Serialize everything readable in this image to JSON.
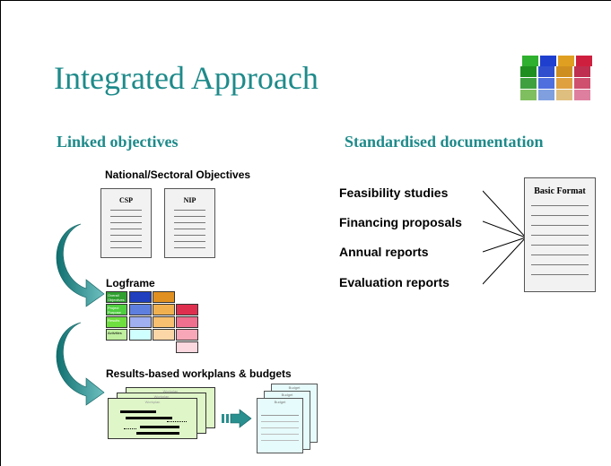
{
  "title": "Integrated Approach",
  "left_section": {
    "heading": "Linked objectives",
    "national_label": "National/Sectoral Objectives",
    "doc_csp": "CSP",
    "doc_nip": "NIP",
    "logframe_label": "Logframe",
    "logframe_rows": [
      "Overall Objectives",
      "Project Purpose",
      "Results",
      "Activities"
    ],
    "workplans_label": "Results-based workplans & budgets",
    "workplan_card_caption": "Workplan",
    "budget_sheet_caption": "Budget"
  },
  "right_section": {
    "heading": "Standardised documentation",
    "items": [
      "Feasibility studies",
      "Financing proposals",
      "Annual reports",
      "Evaluation reports"
    ],
    "format_doc_title": "Basic Format"
  },
  "colors": {
    "title_teal": "#1e8a8a",
    "arrow_teal": "#2a8f8f",
    "doc_fill": "#f2f2f2"
  },
  "icons": {
    "logo": "stacked-color-grid-icon",
    "curve_arrow": "curved-arrow-icon",
    "block_arrow": "block-arrow-right-icon"
  }
}
